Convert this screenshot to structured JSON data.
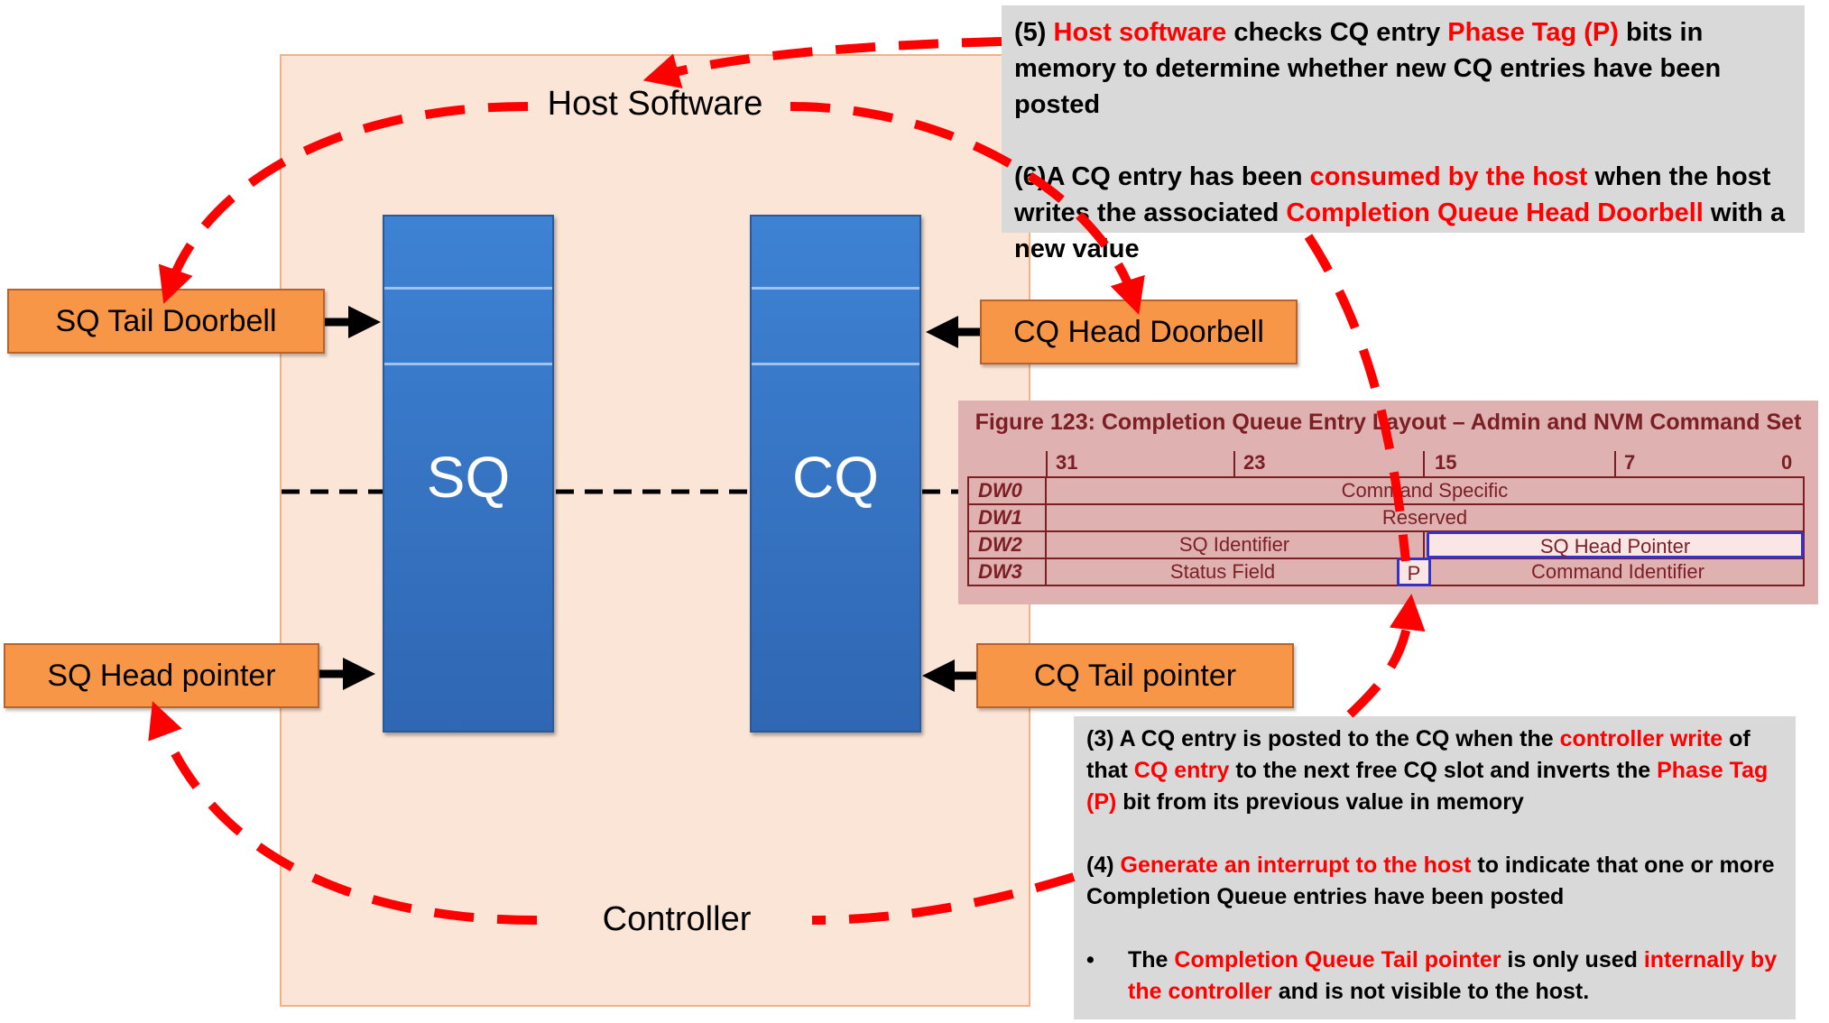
{
  "diagram": {
    "panel_top_label": "Host Software",
    "panel_bottom_label": "Controller",
    "sq_label": "SQ",
    "cq_label": "CQ"
  },
  "boxes": {
    "sq_tail_doorbell": "SQ Tail Doorbell",
    "sq_head_pointer": "SQ Head pointer",
    "cq_head_doorbell": "CQ Head Doorbell",
    "cq_tail_pointer": "CQ Tail pointer"
  },
  "note_top": {
    "p1_a": "(5) ",
    "p1_b": "Host software",
    "p1_c": " checks CQ entry ",
    "p1_d": "Phase Tag (P)",
    "p1_e": " bits in memory to determine whether new CQ entries have been posted",
    "p2_a": "(6)A CQ entry has been ",
    "p2_b": "consumed by the host",
    "p2_c": " when the host writes the associated ",
    "p2_d": "Completion Queue Head Doorbell",
    "p2_e": " with a new value"
  },
  "note_bottom": {
    "p1_a": "(3) A CQ entry is posted to the CQ when the ",
    "p1_b": "controller write",
    "p1_c": " of that ",
    "p1_d": "CQ entry",
    "p1_e": " to the next free CQ slot and inverts the ",
    "p1_f": "Phase Tag (P)",
    "p1_g": " bit from its previous value in memory",
    "p2_a": "(4) ",
    "p2_b": "Generate an interrupt to the host",
    "p2_c": " to indicate that one or more Completion Queue entries have been posted",
    "bullet": "•",
    "p3_a": "The ",
    "p3_b": "Completion Queue Tail pointer",
    "p3_c": " is only used ",
    "p3_d": "internally by the controller",
    "p3_e": " and is not visible to the host."
  },
  "figure": {
    "title": "Figure 123: Completion Queue Entry Layout – Admin and NVM Command Set",
    "bits": [
      "31",
      "23",
      "15",
      "7",
      "0"
    ],
    "rows": [
      "DW0",
      "DW1",
      "DW2",
      "DW3"
    ],
    "dw0": "Command Specific",
    "dw1": "Reserved",
    "dw2_left": "SQ Identifier",
    "dw2_right": "SQ Head Pointer",
    "dw3_left": "Status Field",
    "dw3_p": "P",
    "dw3_right": "Command Identifier"
  },
  "colors": {
    "accent_red": "#ff0000",
    "orange_box": "#f79646",
    "queue_blue": "#3e82d4",
    "panel_fill": "#fbe5d6",
    "note_gray": "#d9d9d9",
    "figure_fill": "#dfb1b1",
    "highlight_blue": "#3333cc"
  }
}
